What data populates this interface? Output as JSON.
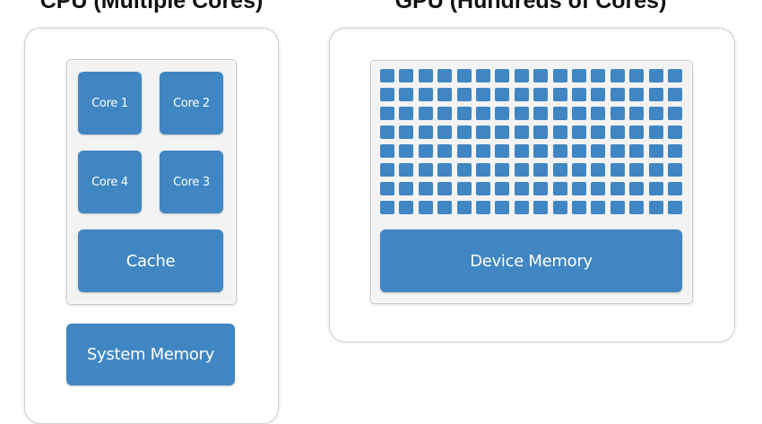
{
  "cpu": {
    "heading": "CPU (Multiple Cores)",
    "cores": [
      "Core 1",
      "Core 2",
      "Core 4",
      "Core 3"
    ],
    "cache_label": "Cache",
    "system_memory_label": "System Memory"
  },
  "gpu": {
    "heading": "GPU (Hundreds of  Cores)",
    "core_grid": {
      "rows": 8,
      "columns": 16
    },
    "device_memory_label": "Device Memory"
  },
  "colors": {
    "block_blue": "#3f86c3",
    "die_fill": "#f3f3f3",
    "panel_border": "#cfcfcf",
    "text_dark": "#111111"
  }
}
